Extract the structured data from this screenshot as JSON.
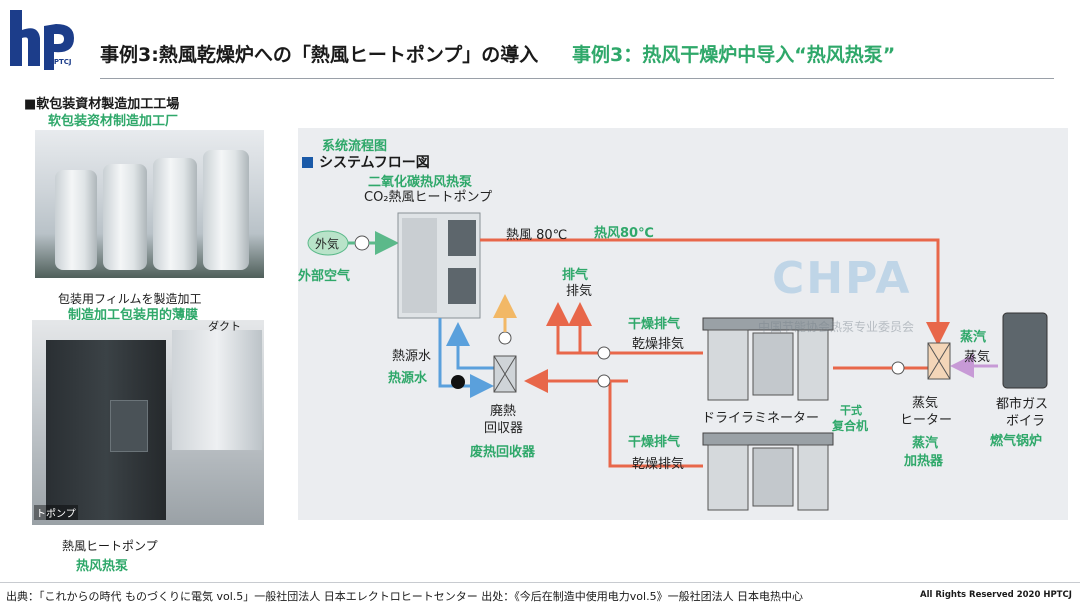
{
  "logo": {
    "text": "hp",
    "sub": "HPTCJ"
  },
  "header": {
    "title_jp": "事例3:熱風乾燥炉への「熱風ヒートポンプ」の導入",
    "title_cn": "事例3：热风干燥炉中导入“热风热泵”"
  },
  "left_panel": {
    "section_jp": "■軟包装資材製造加工工場",
    "section_cn": "软包装资材制造加工厂",
    "photo1_caption_jp": "包装用フィルムを製造加工",
    "photo1_caption_cn": "制造加工包装用的薄膜",
    "duct_label": "ダクト",
    "photo2_side_label": "トポンプ",
    "photo2_caption_jp": "熱風ヒートポンプ",
    "photo2_caption_cn": "热风热泵"
  },
  "diagram": {
    "title_cn": "系统流程图",
    "title_jp": "システムフロー図",
    "heat_pump_cn": "二氧化碳热风热泵",
    "heat_pump_jp": "CO₂熱風ヒートポンプ",
    "outside_air_jp": "外気",
    "outside_air_cn": "外部空气",
    "hot_air_jp": "熱風 80℃",
    "hot_air_cn": "热风80℃",
    "exhaust_cn": "排气",
    "exhaust_jp": "排気",
    "dry_exhaust_cn_1": "干燥排气",
    "dry_exhaust_jp_1": "乾燥排気",
    "dry_exhaust_cn_2": "干燥排气",
    "dry_exhaust_jp_2": "乾燥排気",
    "heat_source_water_jp": "熱源水",
    "heat_source_water_cn": "热源水",
    "waste_heat_jp_1": "廃熱",
    "waste_heat_jp_2": "回収器",
    "waste_heat_cn": "废热回收器",
    "dry_laminator_jp": "ドライラミネーター",
    "dry_laminator_cn_1": "干式",
    "dry_laminator_cn_2": "复合机",
    "steam_cn": "蒸汽",
    "steam_jp": "蒸気",
    "steam_heater_jp_1": "蒸気",
    "steam_heater_jp_2": "ヒーター",
    "steam_heater_cn_1": "蒸汽",
    "steam_heater_cn_2": "加热器",
    "gas_boiler_jp_1": "都市ガス",
    "gas_boiler_jp_2": "ボイラ",
    "gas_boiler_cn": "燃气锅炉",
    "watermark": "CHPA",
    "watermark_sub": "中国节能协会热泵专业委员会",
    "colors": {
      "hot": "#e8674a",
      "cold": "#5aa0dc",
      "steam": "#c79ad6",
      "exhaust_up": "#f2b866"
    }
  },
  "footer": {
    "source": "出典：「これからの時代 ものづくりに電気 vol.5」一般社団法人 日本エレクトロヒートセンター 出处：《今后在制造中使用电力vol.5》一般社团法人 日本电热中心",
    "rights": "All Rights Reserved 2020 HPTCJ"
  }
}
